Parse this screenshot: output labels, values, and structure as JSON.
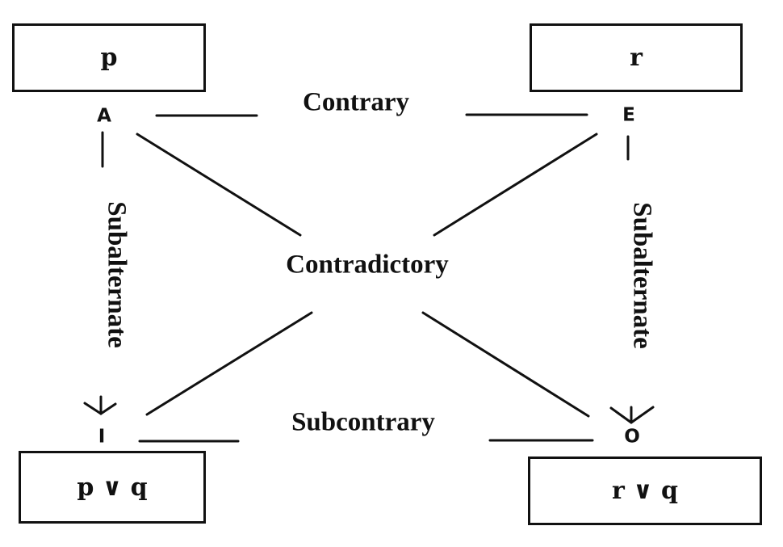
{
  "title": "Square of Opposition",
  "colors": {
    "ink": "#111111",
    "background": "#ffffff"
  },
  "boxes": {
    "top_left": {
      "text": "p"
    },
    "top_right": {
      "text": "r"
    },
    "bottom_left": {
      "text": "p ∨ q"
    },
    "bottom_right": {
      "text": "r ∨ q"
    }
  },
  "corners": {
    "A": "A",
    "E": "E",
    "I": "I",
    "O": "O"
  },
  "relations": {
    "contrary": "Contrary",
    "contradictory": "Contradictory",
    "subcontrary": "Subcontrary",
    "subalternate_left": "Subalternate",
    "subalternate_right": "Subalternate"
  }
}
